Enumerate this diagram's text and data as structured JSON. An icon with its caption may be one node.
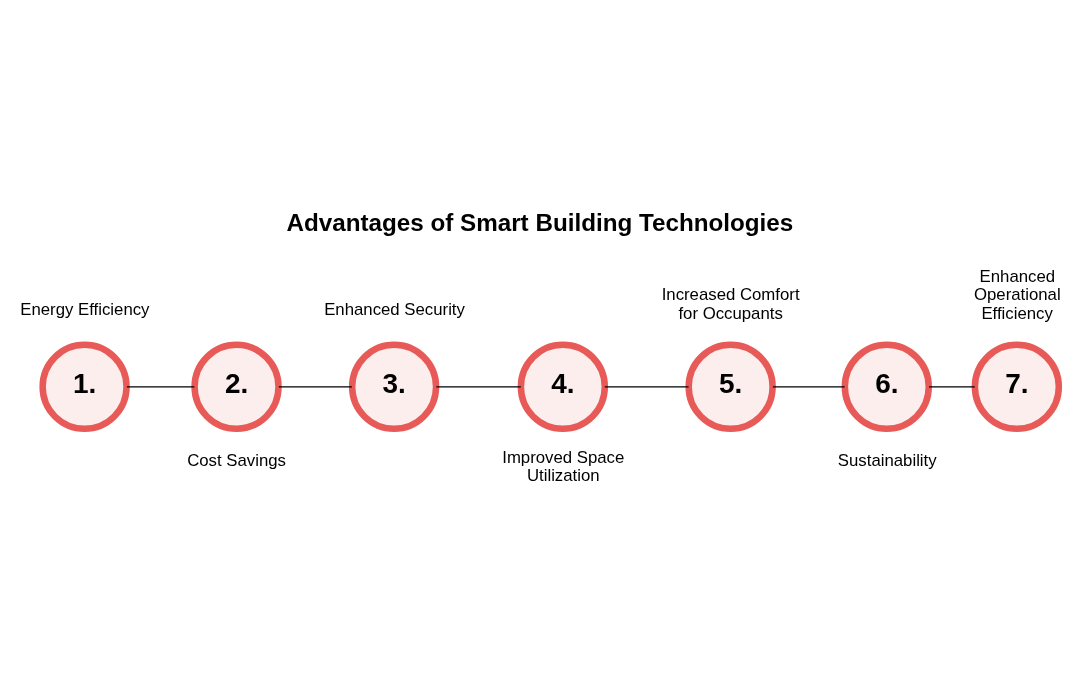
{
  "diagram": {
    "title": "Advantages of Smart Building Technologies",
    "nodes": [
      {
        "text": [
          "1."
        ],
        "beside": [
          "Energy Efficiency"
        ]
      },
      {
        "text": [
          "2."
        ],
        "beside": [
          "Cost Savings"
        ]
      },
      {
        "text": [
          "3."
        ],
        "beside": [
          "Enhanced Security"
        ]
      },
      {
        "text": [
          "4."
        ],
        "beside": [
          "Improved Space Utilization"
        ]
      },
      {
        "text": [
          "5."
        ],
        "beside": [
          "Increased Comfort for Occupants"
        ]
      },
      {
        "text": [
          "6."
        ],
        "beside": [
          "Sustainability"
        ]
      },
      {
        "text": [
          "7."
        ],
        "beside": [
          "Enhanced Operational Efficiency"
        ]
      }
    ],
    "edges": [
      {
        "from": 0,
        "to": 1,
        "arrow": "none"
      },
      {
        "from": 1,
        "to": 2,
        "arrow": "none"
      },
      {
        "from": 2,
        "to": 3,
        "arrow": "none"
      },
      {
        "from": 3,
        "to": 4,
        "arrow": "none"
      },
      {
        "from": 4,
        "to": 5,
        "arrow": "none"
      },
      {
        "from": 5,
        "to": 6,
        "arrow": "none"
      }
    ]
  }
}
